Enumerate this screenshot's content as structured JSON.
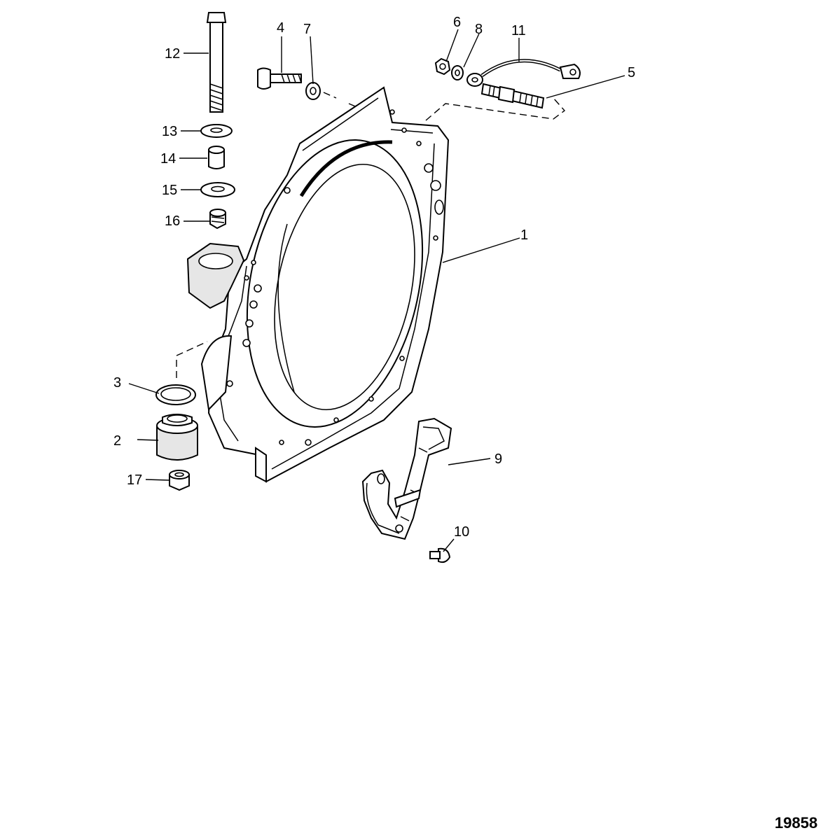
{
  "figure_number": "19858",
  "callouts": [
    {
      "id": "1",
      "label": "1"
    },
    {
      "id": "2",
      "label": "2"
    },
    {
      "id": "3",
      "label": "3"
    },
    {
      "id": "4",
      "label": "4"
    },
    {
      "id": "5",
      "label": "5"
    },
    {
      "id": "6",
      "label": "6"
    },
    {
      "id": "7",
      "label": "7"
    },
    {
      "id": "8",
      "label": "8"
    },
    {
      "id": "9",
      "label": "9"
    },
    {
      "id": "10",
      "label": "10"
    },
    {
      "id": "11",
      "label": "11"
    },
    {
      "id": "12",
      "label": "12"
    },
    {
      "id": "13",
      "label": "13"
    },
    {
      "id": "14",
      "label": "14"
    },
    {
      "id": "15",
      "label": "15"
    },
    {
      "id": "16",
      "label": "16"
    },
    {
      "id": "17",
      "label": "17"
    }
  ]
}
